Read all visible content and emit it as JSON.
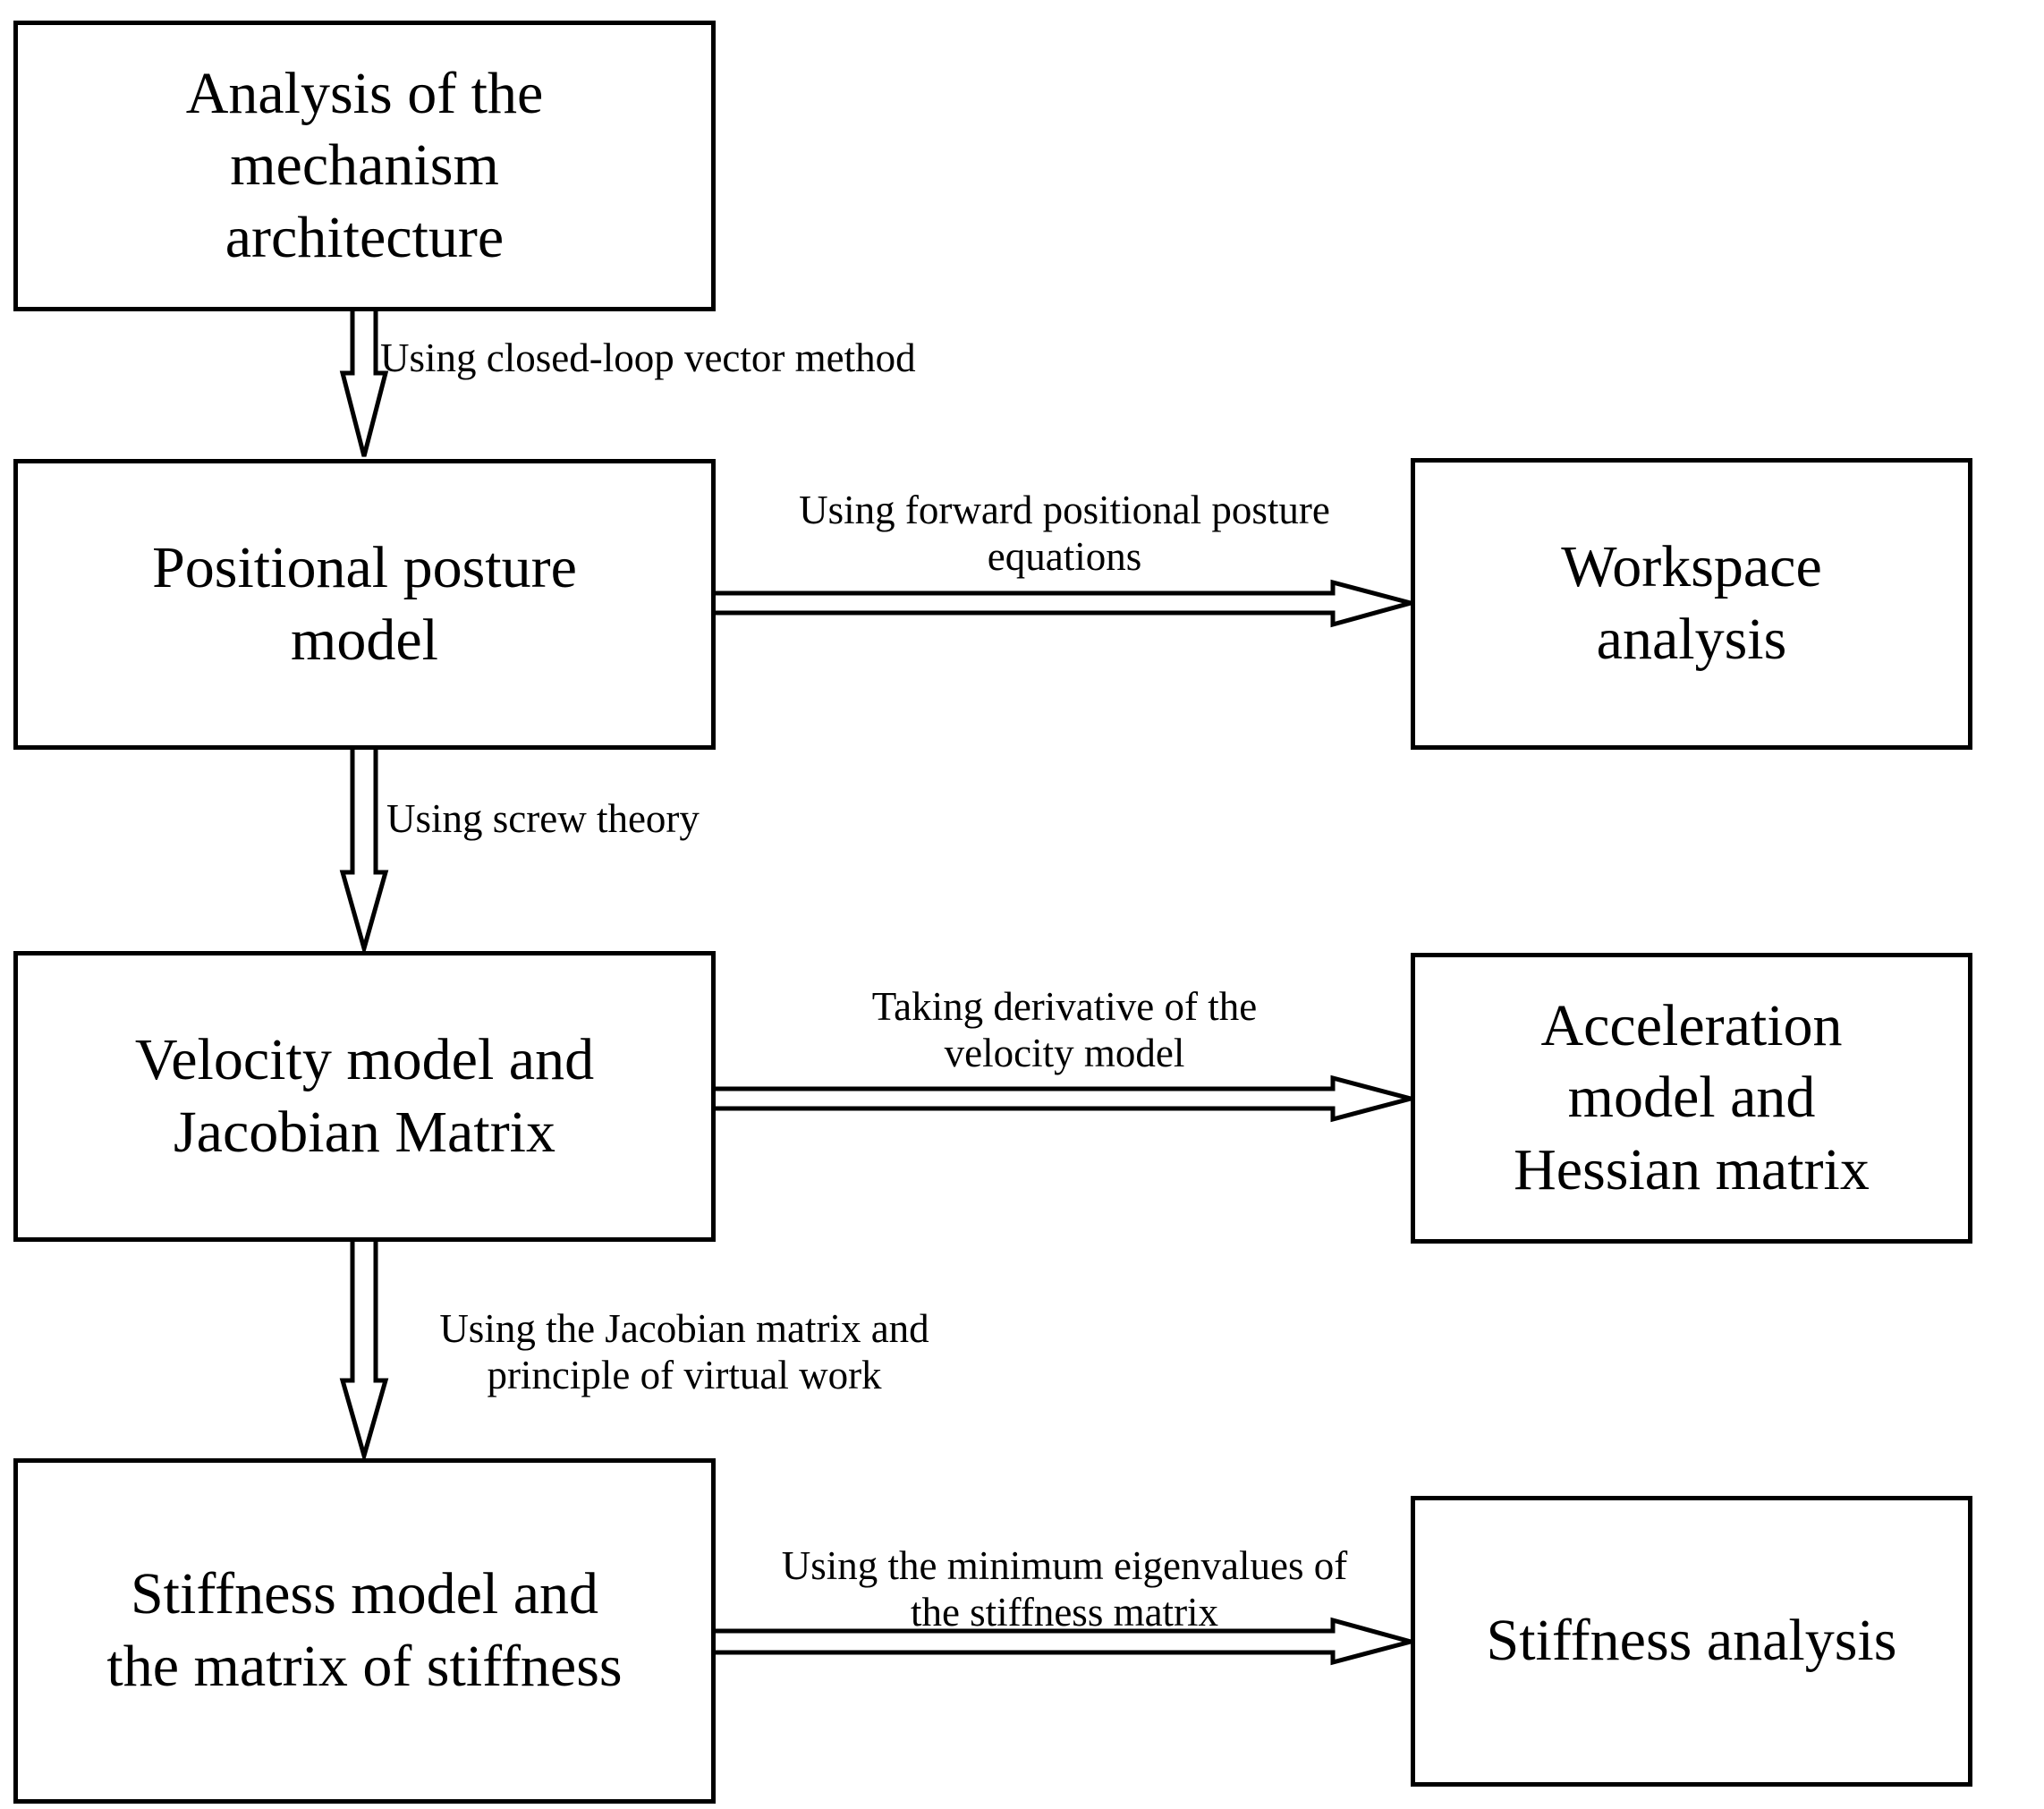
{
  "flowchart": {
    "nodes": {
      "analysis": {
        "text": "Analysis of the\nmechanism\narchitecture"
      },
      "positional": {
        "text": "Positional posture\nmodel"
      },
      "velocity": {
        "text": "Velocity model and\nJacobian Matrix"
      },
      "stiffness_model": {
        "text": "Stiffness model and\nthe matrix of stiffness"
      },
      "workspace": {
        "text": "Workspace\nanalysis"
      },
      "acceleration": {
        "text": "Acceleration\nmodel and\nHessian matrix"
      },
      "stiffness_analysis": {
        "text": "Stiffness analysis"
      }
    },
    "edges": {
      "closed_loop": {
        "from": "analysis",
        "to": "positional",
        "direction": "down",
        "text": "Using closed-loop vector method"
      },
      "forward_posture": {
        "from": "positional",
        "to": "workspace",
        "direction": "right",
        "text": "Using forward positional posture\nequations"
      },
      "screw_theory": {
        "from": "positional",
        "to": "velocity",
        "direction": "down",
        "text": "Using screw theory"
      },
      "derivative": {
        "from": "velocity",
        "to": "acceleration",
        "direction": "right",
        "text": "Taking derivative of the\nvelocity model"
      },
      "jacobian_virtual_work": {
        "from": "velocity",
        "to": "stiffness_model",
        "direction": "down",
        "text": "Using the Jacobian matrix and\nprinciple of virtual work"
      },
      "min_eigenvalues": {
        "from": "stiffness_model",
        "to": "stiffness_analysis",
        "direction": "right",
        "text": "Using the minimum eigenvalues of\nthe stiffness matrix"
      }
    },
    "colors": {
      "ink": "#000000",
      "paper": "#ffffff"
    }
  }
}
